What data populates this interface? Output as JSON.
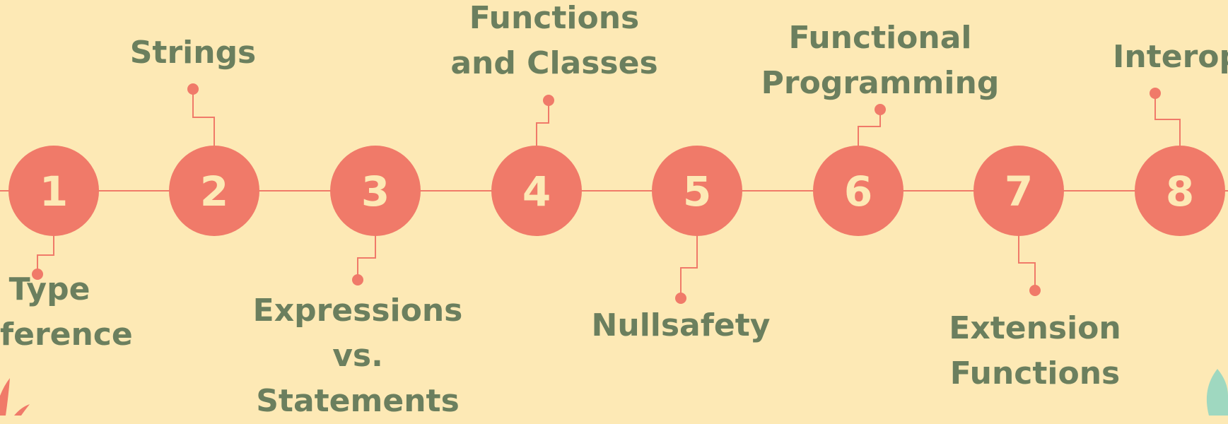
{
  "colors": {
    "background": "#fde9b5",
    "accent": "#f07a69",
    "text": "#6b7f5e",
    "leaf_green": "#9fd8c0"
  },
  "timeline": {
    "steps": [
      {
        "number": "1",
        "label": [
          "Type",
          "Inference"
        ],
        "side": "below"
      },
      {
        "number": "2",
        "label": [
          "Strings"
        ],
        "side": "above"
      },
      {
        "number": "3",
        "label": [
          "Expressions",
          "vs.",
          "Statements"
        ],
        "side": "below"
      },
      {
        "number": "4",
        "label": [
          "Functions",
          "and Classes"
        ],
        "side": "above"
      },
      {
        "number": "5",
        "label": [
          "Nullsafety"
        ],
        "side": "below"
      },
      {
        "number": "6",
        "label": [
          "Functional",
          "Programming"
        ],
        "side": "above"
      },
      {
        "number": "7",
        "label": [
          "Extension",
          "Functions"
        ],
        "side": "below"
      },
      {
        "number": "8",
        "label": [
          "Interop"
        ],
        "side": "above"
      }
    ]
  }
}
